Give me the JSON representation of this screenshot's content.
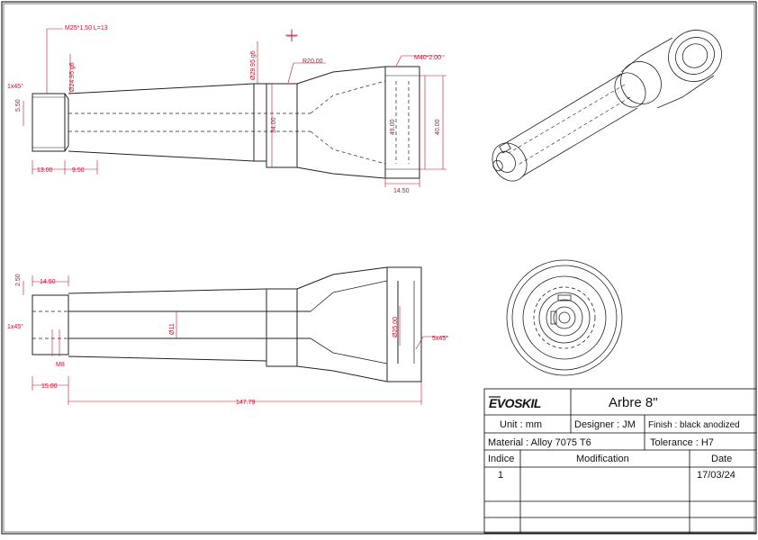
{
  "drawing": {
    "front_view": {
      "callouts": {
        "thread": "M25*1.50 L=13",
        "diameter_left": "Ø24.95 g6",
        "diameter_mid": "Ø29.95 g6",
        "radius": "R20.00",
        "thread_right": "M40*2.00",
        "chamfer": "1x45°"
      },
      "dimensions": {
        "d_5_50": "5.50",
        "d_13_00": "13.00",
        "d_9_50": "9.50",
        "d_34_00": "34.00",
        "d_49_00": "49.00",
        "d_40_00": "40.00",
        "d_14_50": "14.50"
      }
    },
    "section_view": {
      "callouts": {
        "chamfer_left": "1x45°",
        "thread_small": "M8",
        "chamfer_right": "5x45°"
      },
      "dimensions": {
        "d_2_50": "2.50",
        "d_14_50": "14.50",
        "d_11": "Ø11",
        "d_25_00": "Ø25.00",
        "d_15_00": "15.00",
        "d_147_79": "147.79"
      }
    }
  },
  "title_block": {
    "logo": "EVOSKIL",
    "title": "Arbre 8\"",
    "unit": "Unit : mm",
    "designer": "Designer : JM",
    "finish": "Finish : black anodized",
    "material": "Material : Alloy 7075 T6",
    "tolerance": "Tolerance : H7",
    "col_indice": "Indice",
    "col_modification": "Modification",
    "col_date": "Date",
    "rev_indice": "1",
    "rev_modification": "",
    "rev_date": "17/03/24"
  },
  "colors": {
    "line": "#222222",
    "dimension": "#c4102a",
    "border": "#000000"
  }
}
